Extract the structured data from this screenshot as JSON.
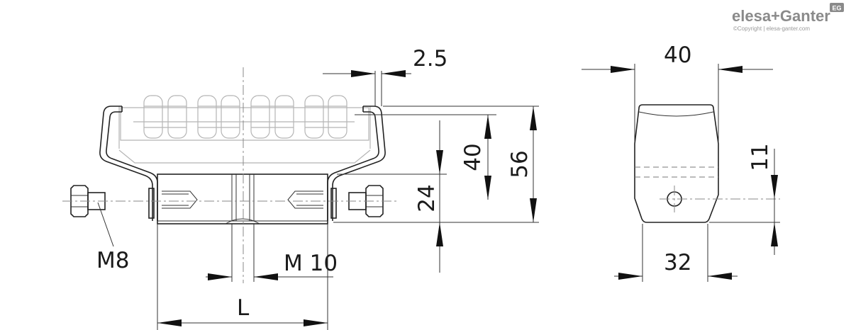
{
  "brand": {
    "name": "elesa+Ganter",
    "badge": "EG",
    "copyright": "©Copyright | elesa-ganter.com"
  },
  "dimensions": {
    "wall_thickness": "2.5",
    "inner_height": "40",
    "total_height": "56",
    "lower_height": "24",
    "top_width": "40",
    "hole_height": "11",
    "bottom_width": "32",
    "bolt_thread": "M8",
    "center_thread": "M 10",
    "length": "L"
  }
}
